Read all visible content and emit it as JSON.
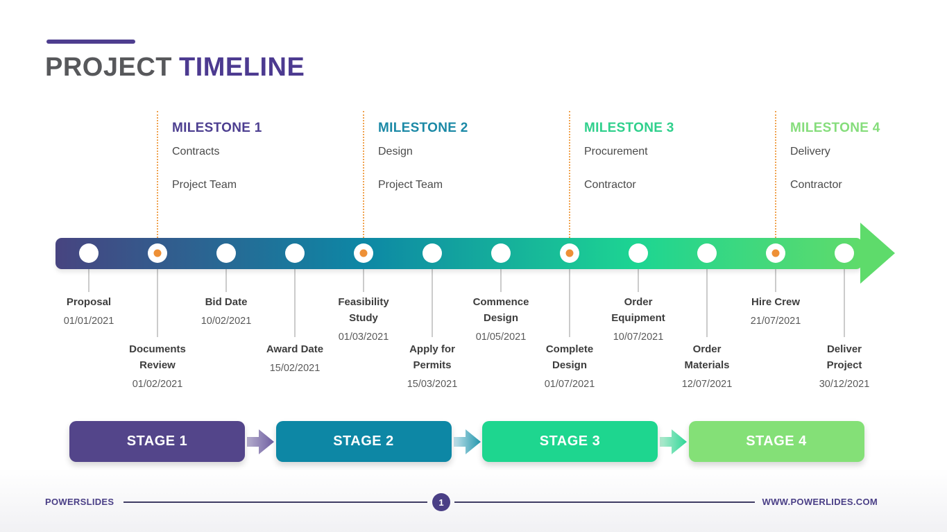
{
  "title": {
    "primary": "PROJECT",
    "accent": "TIMELINE",
    "primary_color": "#57585b",
    "accent_color": "#4c3a90"
  },
  "colors": {
    "accent_bar": "#4e3e8f",
    "bar_gradient": [
      "#474480",
      "#0d87a5",
      "#1dd592",
      "#60db6a"
    ],
    "milestone_marker_orange": "#ee9036",
    "milestone_dotted_line": "#f0a24e",
    "event_tick_gray": "#cbcbcb",
    "footer_purple": "#4a3f86"
  },
  "timeline": {
    "milestones": [
      {
        "label": "MILESTONE 1",
        "category": "Contracts",
        "owner": "Project Team",
        "color": "#4d3f90",
        "event_index": 1
      },
      {
        "label": "MILESTONE 2",
        "category": "Design",
        "owner": "Project Team",
        "color": "#1b89a6",
        "event_index": 4
      },
      {
        "label": "MILESTONE 3",
        "category": "Procurement",
        "owner": "Contractor",
        "color": "#2fd08c",
        "event_index": 7
      },
      {
        "label": "MILESTONE 4",
        "category": "Delivery",
        "owner": "Contractor",
        "color": "#85dd7b",
        "event_index": 10
      }
    ],
    "events": [
      {
        "name": "Proposal",
        "date": "01/01/2021",
        "row": "top",
        "milestone": false
      },
      {
        "name": "Documents\nReview",
        "date": "01/02/2021",
        "row": "bottom",
        "milestone": true
      },
      {
        "name": "Bid Date",
        "date": "10/02/2021",
        "row": "top",
        "milestone": false
      },
      {
        "name": "Award Date",
        "date": "15/02/2021",
        "row": "bottom",
        "milestone": false
      },
      {
        "name": "Feasibility\nStudy",
        "date": "01/03/2021",
        "row": "top",
        "milestone": true
      },
      {
        "name": "Apply for\nPermits",
        "date": "15/03/2021",
        "row": "bottom",
        "milestone": false
      },
      {
        "name": "Commence\nDesign",
        "date": "01/05/2021",
        "row": "top",
        "milestone": false
      },
      {
        "name": "Complete\nDesign",
        "date": "01/07/2021",
        "row": "bottom",
        "milestone": true
      },
      {
        "name": "Order\nEquipment",
        "date": "10/07/2021",
        "row": "top",
        "milestone": false
      },
      {
        "name": "Order\nMaterials",
        "date": "12/07/2021",
        "row": "bottom",
        "milestone": false
      },
      {
        "name": "Hire Crew",
        "date": "21/07/2021",
        "row": "top",
        "milestone": true
      },
      {
        "name": "Deliver\nProject",
        "date": "30/12/2021",
        "row": "bottom",
        "milestone": false
      }
    ],
    "stages": [
      {
        "label": "STAGE 1",
        "color": "#53458a"
      },
      {
        "label": "STAGE 2",
        "color": "#0d87a5"
      },
      {
        "label": "STAGE 3",
        "color": "#1ed68f"
      },
      {
        "label": "STAGE 4",
        "color": "#84e077"
      }
    ],
    "stage_connectors": [
      {
        "from": "#b5aecd",
        "to": "#6f5ea1"
      },
      {
        "from": "#c2e1ea",
        "to": "#2397ad"
      },
      {
        "from": "#b4ead0",
        "to": "#2fd898"
      }
    ]
  },
  "footer": {
    "brand": "POWERSLIDES",
    "page": "1",
    "website": "WWW.POWERLIDES.COM"
  }
}
